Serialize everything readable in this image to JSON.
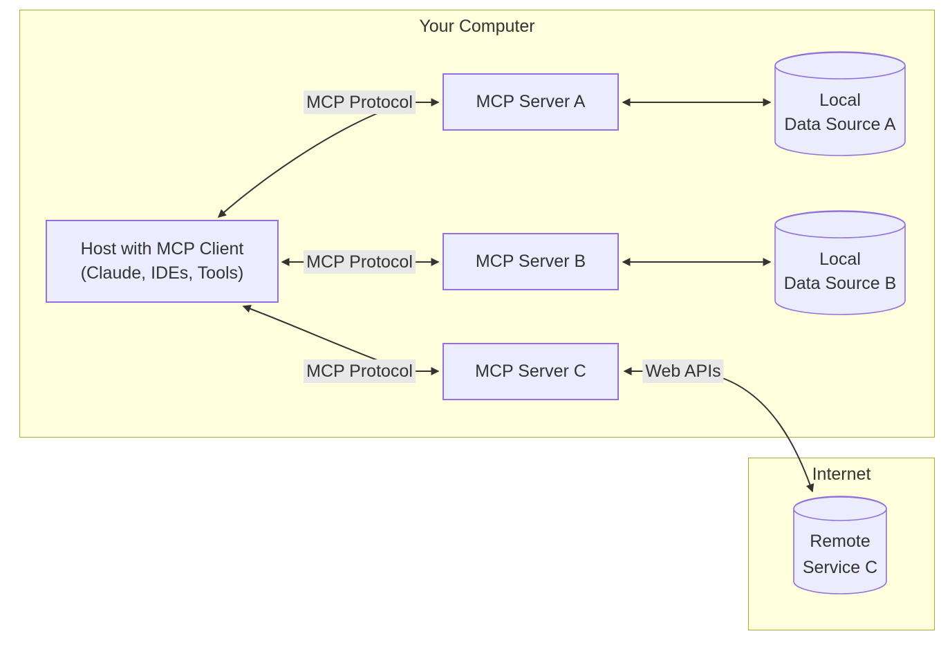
{
  "clusters": {
    "your_computer": {
      "title": "Your Computer"
    },
    "internet": {
      "title": "Internet"
    }
  },
  "nodes": {
    "host": {
      "line1": "Host with MCP Client",
      "line2": "(Claude, IDEs, Tools)"
    },
    "server_a": {
      "label": "MCP Server A"
    },
    "server_b": {
      "label": "MCP Server B"
    },
    "server_c": {
      "label": "MCP Server C"
    },
    "data_source_a": {
      "line1": "Local",
      "line2": "Data Source A"
    },
    "data_source_b": {
      "line1": "Local",
      "line2": "Data Source B"
    },
    "remote_service_c": {
      "line1": "Remote",
      "line2": "Service C"
    }
  },
  "edge_labels": {
    "mcp_protocol_a": "MCP Protocol",
    "mcp_protocol_b": "MCP Protocol",
    "mcp_protocol_c": "MCP Protocol",
    "web_apis": "Web APIs"
  },
  "colors": {
    "cluster_fill": "#ffffde",
    "cluster_stroke": "#aaaa33",
    "node_fill": "#ECECFF",
    "node_stroke": "#9370DB",
    "edge_label_bg": "#e8e8e8",
    "edge_stroke": "#333333",
    "text": "#333333"
  }
}
